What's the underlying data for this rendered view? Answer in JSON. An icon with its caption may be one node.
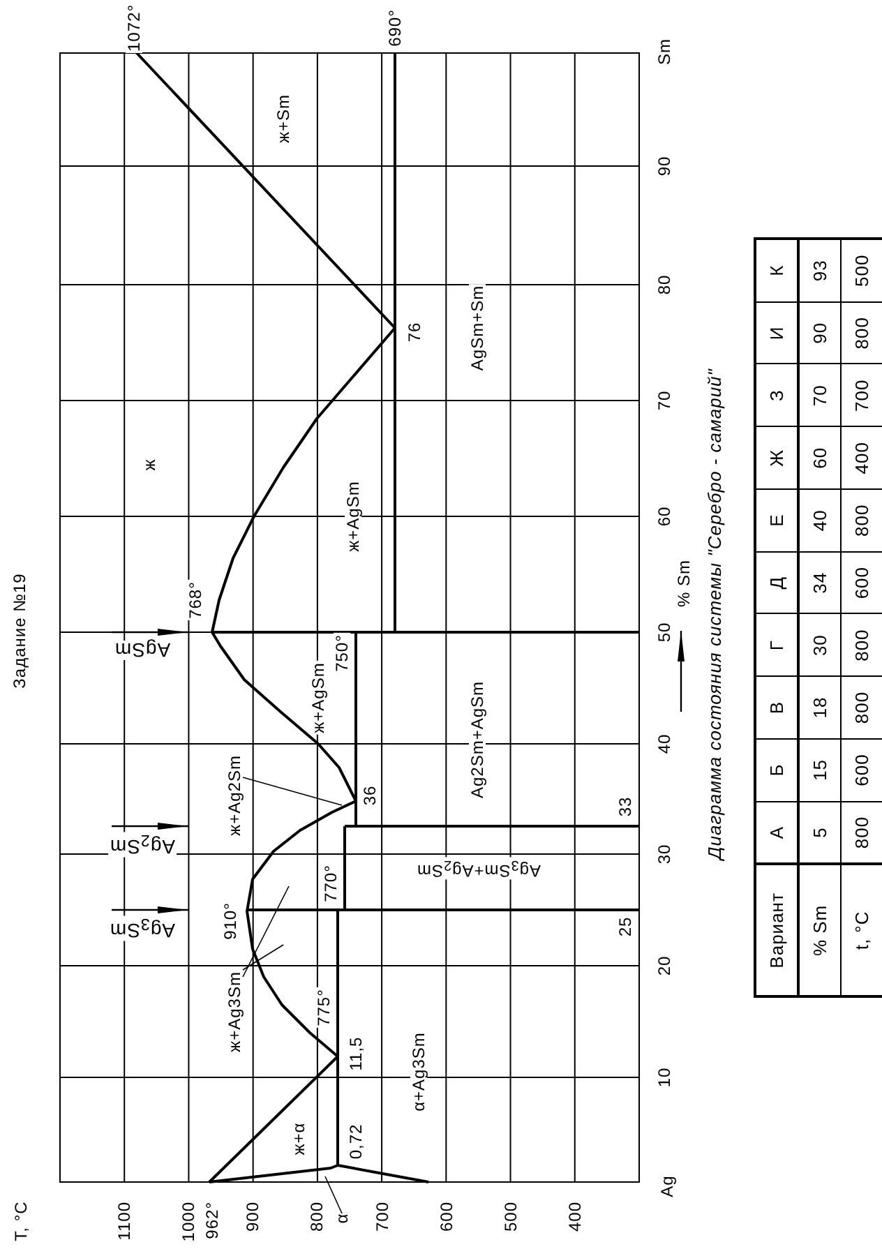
{
  "diagram": {
    "title": "Задание №19",
    "caption": "Диаграмма состояния системы \"Серебро - самарий\"",
    "nodes": [
      {
        "text": [
          "ж+Ag2Sm"
        ]
      },
      {
        "text": [
          "ж+Ag3Sm"
        ]
      },
      {
        "text": [
          "α"
        ]
      }
    ],
    "edges": [
      {
        "from": 0,
        "to": null,
        "arrow": "none"
      },
      {
        "from": 1,
        "to": null,
        "arrow": "none"
      },
      {
        "from": 1,
        "to": null,
        "arrow": "none"
      },
      {
        "from": 2,
        "to": null,
        "arrow": "none"
      }
    ],
    "labels": [
      "T, °C",
      "1100",
      "1000",
      "962°",
      "900",
      "800",
      "700",
      "600",
      "500",
      "400",
      "1072°",
      "690°",
      "ж+Sm",
      "ж",
      "768°",
      "AgSm",
      "Ag$_{2}$Sm",
      "Ag$_{3}$Sm",
      "910°",
      "ж+AgSm",
      "ж+AgSm",
      "750°",
      "AgSm+Sm",
      "76",
      "770°",
      "775°",
      "11,5",
      "ж+α",
      "0,72",
      "36",
      "Ag2Sm+AgSm",
      "Ag$_{3}$Sm+Ag$_{2}$Sm",
      "α+Ag3Sm",
      "33",
      "25",
      "Ag",
      "10",
      "20",
      "30",
      "40",
      "50",
      "60",
      "70",
      "80",
      "90",
      "Sm",
      "% Sm",
      "Вариант",
      "А",
      "Б",
      "В",
      "Г",
      "Д",
      "Е",
      "Ж",
      "З",
      "И",
      "К",
      "% Sm",
      "5",
      "15",
      "18",
      "30",
      "34",
      "40",
      "60",
      "70",
      "90",
      "93",
      "t, °C",
      "800",
      "600",
      "800",
      "800",
      "600",
      "800",
      "400",
      "700",
      "800",
      "500"
    ]
  }
}
